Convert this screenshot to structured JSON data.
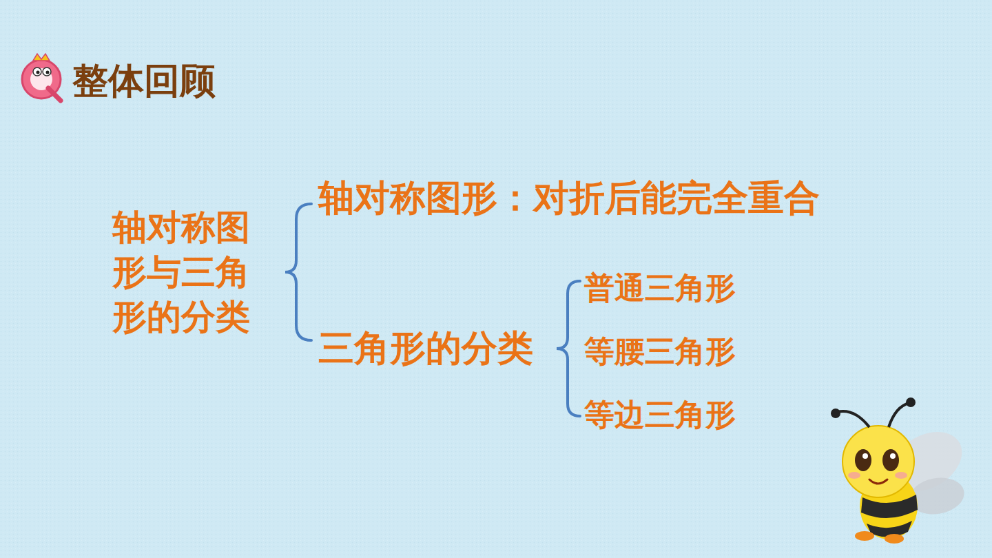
{
  "diagram": {
    "title": "整体回顾",
    "labels": [
      "轴对称图形与三角形的分类",
      "轴对称图形：对折后能完全重合",
      "三角形的分类",
      "普通三角形",
      "等腰三角形",
      "等边三角形"
    ]
  }
}
